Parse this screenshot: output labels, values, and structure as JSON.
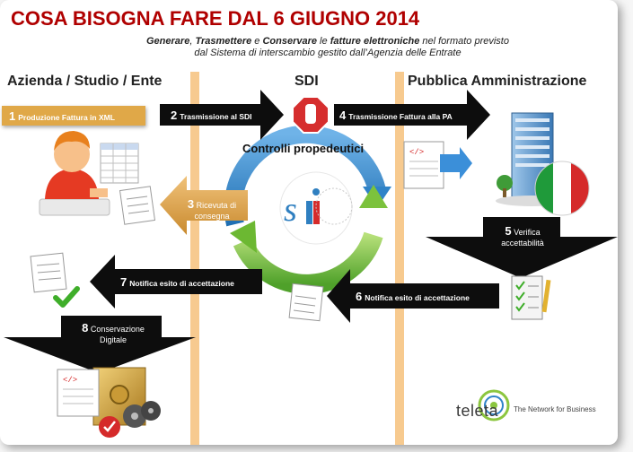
{
  "title": "COSA BISOGNA FARE DAL 6 GIUGNO 2014",
  "subtitle": {
    "w1": "Generare",
    "sep1": ", ",
    "w2": "Trasmettere",
    "sep2": " e ",
    "w3": "Conservare",
    "mid": " le ",
    "w4": "fatture elettroniche",
    "end1": " nel formato previsto",
    "line2": "dal Sistema di interscambio gestito dall’Agenzia delle Entrate"
  },
  "columns": {
    "left": "Azienda / Studio / Ente",
    "center": "SDI",
    "right": "Pubblica Amministrazione"
  },
  "center_label": "Controlli propedeutici",
  "steps": [
    {
      "num": "1",
      "text": "Produzione Fattura in XML"
    },
    {
      "num": "2",
      "text": "Trasmissione al SDI"
    },
    {
      "num": "3",
      "line1": "Ricevuta di",
      "line2": "consegna"
    },
    {
      "num": "4",
      "text": "Trasmissione Fattura alla PA"
    },
    {
      "num": "5",
      "line1": "Verifica",
      "line2": "accettabilità"
    },
    {
      "num": "6",
      "text": "Notifica esito di accettazione"
    },
    {
      "num": "7",
      "text": "Notifica esito di accettazione"
    },
    {
      "num": "8",
      "line1": "Conservazione",
      "line2": "Digitale"
    }
  ],
  "brand": {
    "logo_text": "teleta",
    "tagline": "The Network for Business"
  },
  "colors": {
    "title_red": "#b00000",
    "orange_box": "#e0a848",
    "divider": "#f7ca8f",
    "arrow_dark": "#0d0d0d",
    "cycle_blue": "#2f83c8",
    "cycle_green": "#7cc23d",
    "italy_green": "#1f9a3a",
    "italy_red": "#d52a2a"
  },
  "icons": [
    "person-icon",
    "spreadsheet-icon",
    "receipt-icon",
    "stop-hand-icon",
    "sdi-logo",
    "building-icon",
    "italy-flag-icon",
    "xml-document-icon",
    "checklist-icon",
    "checkmark-icon",
    "safe-icon",
    "teleta-logo"
  ]
}
